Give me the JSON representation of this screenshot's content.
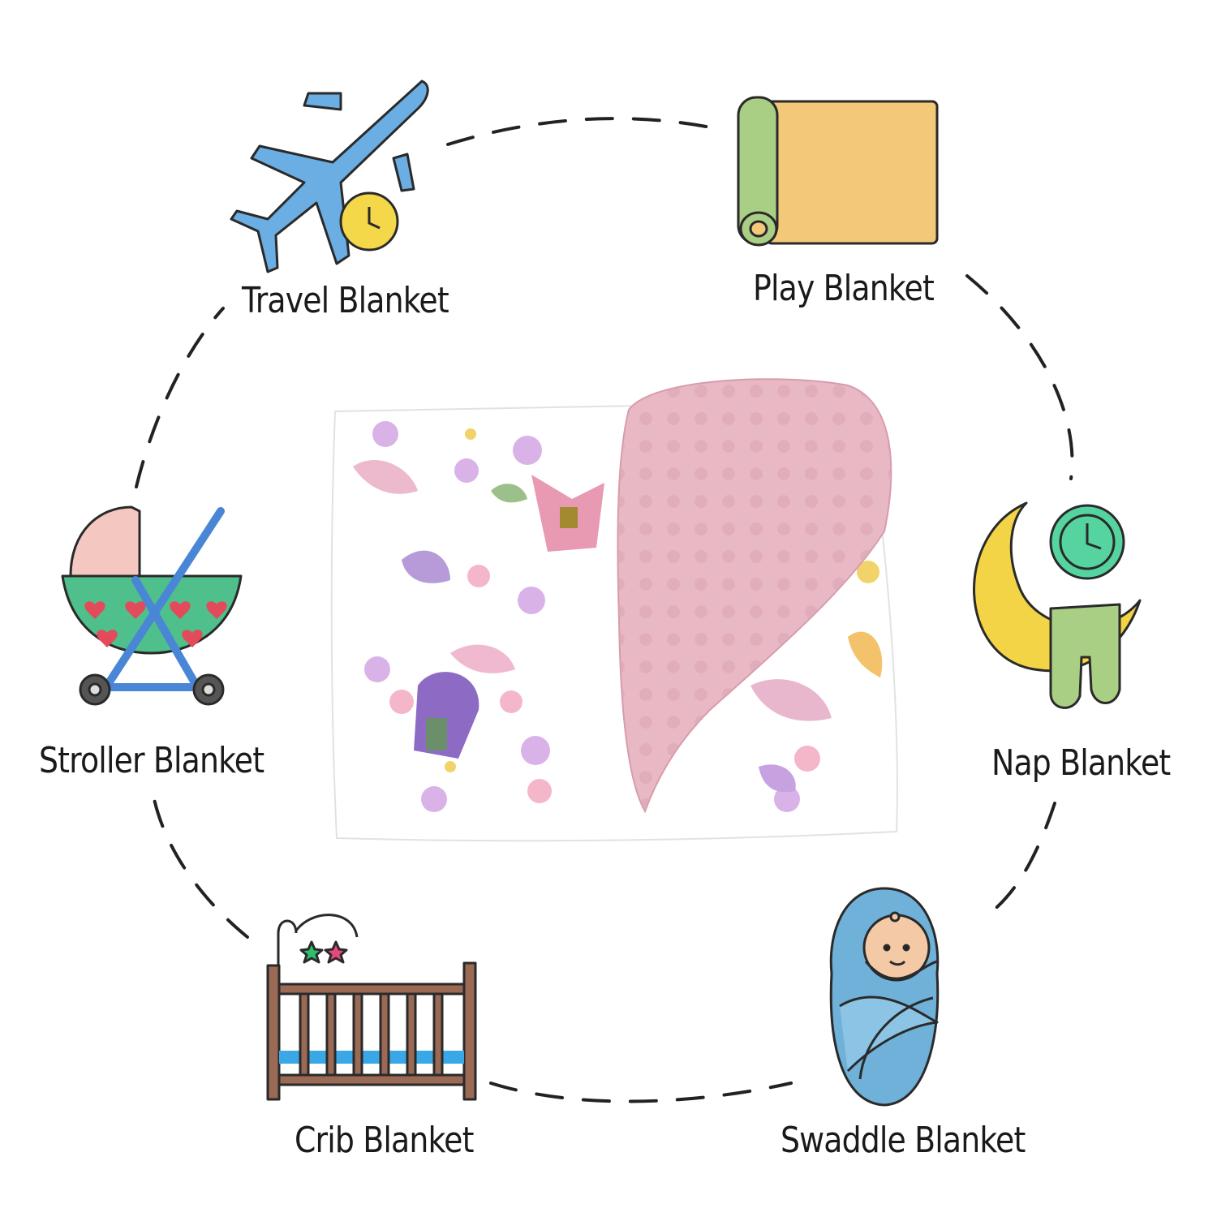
{
  "labels": {
    "travel": "Travel Blanket",
    "play": "Play Blanket",
    "stroller": "Stroller Blanket",
    "nap": "Nap Blanket",
    "crib": "Crib Blanket",
    "swaddle": "Swaddle Blanket"
  },
  "icons": {
    "travel": "airplane-with-clock-icon",
    "play": "play-mat-roll-icon",
    "stroller": "baby-stroller-icon",
    "nap": "moon-clock-blanket-icon",
    "crib": "baby-crib-icon",
    "swaddle": "swaddled-baby-icon"
  },
  "colors": {
    "airplane": "#6aaee3",
    "clock_yellow": "#f5d74a",
    "mat": "#f3c979",
    "roll_green": "#a9cf84",
    "stroller_green": "#4fbf8b",
    "stroller_frame": "#4a86d6",
    "moon": "#f3d447",
    "clock_green": "#55d4a0",
    "crib_wood": "#9a6a55",
    "crib_water": "#3aa7e6",
    "swaddle_blue": "#6fb1d8",
    "minky_pink": "#e8b9c4",
    "outline": "#222222"
  }
}
